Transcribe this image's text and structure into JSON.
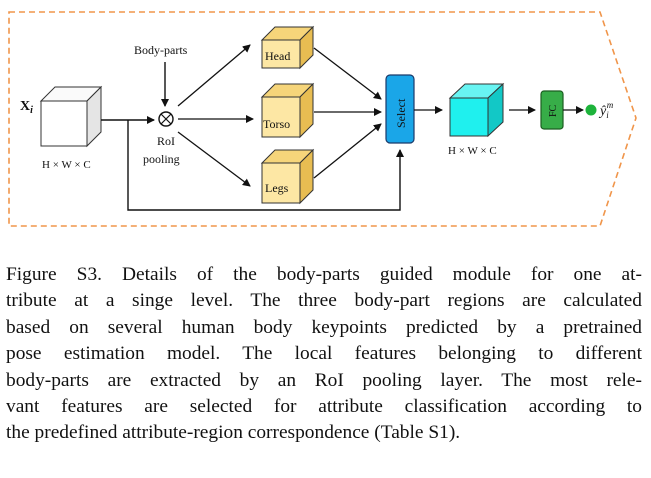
{
  "figure": {
    "input_label": "X",
    "input_subscript": "i",
    "input_dim": "H × W × C",
    "body_parts_label": "Body-parts",
    "roi_label_1": "RoI",
    "roi_label_2": "pooling",
    "head_label": "Head",
    "torso_label": "Torso",
    "legs_label": "Legs",
    "select_label": "Select",
    "output_dim": "H × W × C",
    "fc_label": "FC",
    "pred_symbol": "ŷ",
    "pred_subscript": "i",
    "pred_superscript": "m",
    "colors": {
      "part_box": "#fde7a4",
      "select_box": "#1aa6e8",
      "feature_cube": "#1ff0ee",
      "fc_box": "#37ad48",
      "output_dot": "#1db33b",
      "dashed_border": "#f0954a"
    }
  },
  "caption": {
    "lines": [
      "Figure S3. Details of the body-parts guided module for one at-",
      "tribute at a singe level. The three body-part regions are calculated",
      "based on several human body keypoints predicted by a pretrained",
      "pose estimation model. The local features belonging to different",
      "body-parts are extracted by an RoI pooling layer. The most rele-",
      "vant features are selected for attribute classification according to",
      "the predefined attribute-region correspondence (Table S1)."
    ]
  }
}
